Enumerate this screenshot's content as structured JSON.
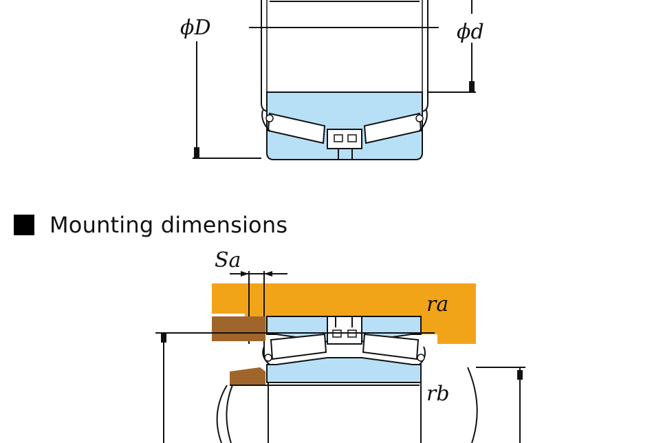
{
  "colors": {
    "race_blue": "#b7e0f7",
    "housing_orange": "#f2a419",
    "spacer_brown": "#a0652b",
    "line": "#111111"
  },
  "top_diagram": {
    "outer_diameter_label": "ϕD",
    "bore_diameter_label": "ϕd"
  },
  "mounting": {
    "title": "Mounting dimensions",
    "sa_label": "Sa",
    "ra_label": "ra",
    "rb_label": "rb"
  }
}
